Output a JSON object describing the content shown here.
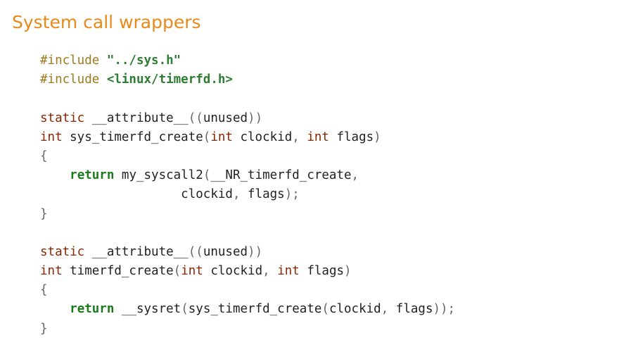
{
  "slide": {
    "title": "System call wrappers"
  },
  "colors": {
    "title": "#e8891b",
    "preprocessor": "#a07a1a",
    "string": "#2e7d32",
    "type_keyword": "#8b2500",
    "control_keyword": "#1b7a1b",
    "punctuation": "#666666",
    "plain": "#222222"
  },
  "code": {
    "lines": [
      {
        "tokens": [
          {
            "t": "#include ",
            "c": "pp"
          },
          {
            "t": "\"../sys.h\"",
            "c": "str"
          }
        ]
      },
      {
        "tokens": [
          {
            "t": "#include ",
            "c": "pp"
          },
          {
            "t": "<linux/timerfd.h>",
            "c": "str"
          }
        ]
      },
      {
        "tokens": []
      },
      {
        "tokens": [
          {
            "t": "static",
            "c": "kw"
          },
          {
            "t": " __attribute__",
            "c": "pl"
          },
          {
            "t": "((",
            "c": "punc"
          },
          {
            "t": "unused",
            "c": "pl"
          },
          {
            "t": "))",
            "c": "punc"
          }
        ]
      },
      {
        "tokens": [
          {
            "t": "int",
            "c": "kw"
          },
          {
            "t": " sys_timerfd_create",
            "c": "pl"
          },
          {
            "t": "(",
            "c": "punc"
          },
          {
            "t": "int",
            "c": "kw"
          },
          {
            "t": " clockid",
            "c": "pl"
          },
          {
            "t": ", ",
            "c": "punc"
          },
          {
            "t": "int",
            "c": "kw"
          },
          {
            "t": " flags",
            "c": "pl"
          },
          {
            "t": ")",
            "c": "punc"
          }
        ]
      },
      {
        "tokens": [
          {
            "t": "{",
            "c": "punc"
          }
        ]
      },
      {
        "tokens": [
          {
            "t": "    ",
            "c": "pl"
          },
          {
            "t": "return",
            "c": "kwb"
          },
          {
            "t": " my_syscall2",
            "c": "pl"
          },
          {
            "t": "(",
            "c": "punc"
          },
          {
            "t": "__NR_timerfd_create",
            "c": "pl"
          },
          {
            "t": ",",
            "c": "punc"
          }
        ]
      },
      {
        "tokens": [
          {
            "t": "                   clockid",
            "c": "pl"
          },
          {
            "t": ", ",
            "c": "punc"
          },
          {
            "t": "flags",
            "c": "pl"
          },
          {
            "t": ");",
            "c": "punc"
          }
        ]
      },
      {
        "tokens": [
          {
            "t": "}",
            "c": "punc"
          }
        ]
      },
      {
        "tokens": []
      },
      {
        "tokens": [
          {
            "t": "static",
            "c": "kw"
          },
          {
            "t": " __attribute__",
            "c": "pl"
          },
          {
            "t": "((",
            "c": "punc"
          },
          {
            "t": "unused",
            "c": "pl"
          },
          {
            "t": "))",
            "c": "punc"
          }
        ]
      },
      {
        "tokens": [
          {
            "t": "int",
            "c": "kw"
          },
          {
            "t": " timerfd_create",
            "c": "pl"
          },
          {
            "t": "(",
            "c": "punc"
          },
          {
            "t": "int",
            "c": "kw"
          },
          {
            "t": " clockid",
            "c": "pl"
          },
          {
            "t": ", ",
            "c": "punc"
          },
          {
            "t": "int",
            "c": "kw"
          },
          {
            "t": " flags",
            "c": "pl"
          },
          {
            "t": ")",
            "c": "punc"
          }
        ]
      },
      {
        "tokens": [
          {
            "t": "{",
            "c": "punc"
          }
        ]
      },
      {
        "tokens": [
          {
            "t": "    ",
            "c": "pl"
          },
          {
            "t": "return",
            "c": "kwb"
          },
          {
            "t": " __sysret",
            "c": "pl"
          },
          {
            "t": "(",
            "c": "punc"
          },
          {
            "t": "sys_timerfd_create",
            "c": "pl"
          },
          {
            "t": "(",
            "c": "punc"
          },
          {
            "t": "clockid",
            "c": "pl"
          },
          {
            "t": ", ",
            "c": "punc"
          },
          {
            "t": "flags",
            "c": "pl"
          },
          {
            "t": "));",
            "c": "punc"
          }
        ]
      },
      {
        "tokens": [
          {
            "t": "}",
            "c": "punc"
          }
        ]
      }
    ]
  }
}
